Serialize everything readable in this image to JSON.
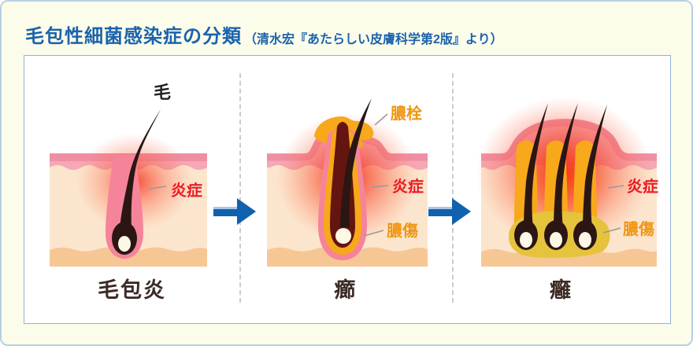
{
  "title": {
    "main": "毛包性細菌感染症の分類",
    "source": "（清水宏『あたらしい皮膚科学第2版』より）"
  },
  "colors": {
    "page_bg": "#fcfcea",
    "page_border": "#b7cfe6",
    "board_border": "#8fb3d9",
    "divider_gray": "#cccccc",
    "title_blue": "#1a63ae",
    "label_red": "#e81c24",
    "label_orange": "#ef9613",
    "caption_dark": "#3c2b25",
    "arrow_blue": "#1061ae",
    "skin_pink": "#f5a8b5",
    "skin_dark_pink": "#ef8fa3",
    "skin_dermis": "#fce5cd",
    "skin_subcutis": "#f6c795",
    "sheath_pink": "#f5849a",
    "pus_orange": "#f7a81b",
    "pool_yellow": "#e5c33c",
    "hair_dark": "#2b1613",
    "glow_red": "#f4230f"
  },
  "panels": [
    {
      "id": "folliculitis",
      "caption": "毛包炎",
      "hair_label": "毛",
      "labels": [
        {
          "text": "炎症",
          "color": "red"
        }
      ]
    },
    {
      "id": "furuncle",
      "caption": "癤",
      "labels": [
        {
          "text": "膿栓",
          "color": "orange"
        },
        {
          "text": "炎症",
          "color": "red"
        },
        {
          "text": "膿傷",
          "color": "orange"
        }
      ]
    },
    {
      "id": "carbuncle",
      "caption": "癰",
      "labels": [
        {
          "text": "炎症",
          "color": "red"
        },
        {
          "text": "膿傷",
          "color": "orange"
        }
      ]
    }
  ]
}
